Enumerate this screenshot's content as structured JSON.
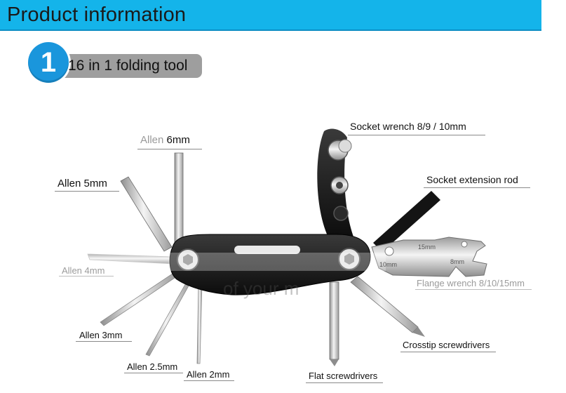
{
  "header": {
    "title": "Product information"
  },
  "step": {
    "number": "1",
    "label": "16 in 1 folding tool"
  },
  "parts": {
    "allen_6mm": {
      "prefix": "Allen ",
      "size": "6mm"
    },
    "allen_5mm": "Allen 5mm",
    "allen_4mm": "Allen 4mm",
    "allen_3mm": "Allen 3mm",
    "allen_2_5mm": "Allen 2.5mm",
    "allen_2mm": "Allen 2mm",
    "socket_wrench": "Socket wrench 8/9 / 10mm",
    "socket_extension_rod": "Socket extension rod",
    "flange_wrench": "Flange wrench 8/10/15mm",
    "crosstip_screwdrivers": "Crosstip screwdrivers",
    "flat_screwdrivers": "Flat screwdrivers"
  },
  "flange_marks": {
    "m15": "15mm",
    "m10": "10mm",
    "m8": "8mm"
  },
  "watermark": "of your m",
  "colors": {
    "header_bar": "#14b4ea",
    "step_badge": "#1a96dc",
    "step_pill": "#9e9e9e"
  }
}
